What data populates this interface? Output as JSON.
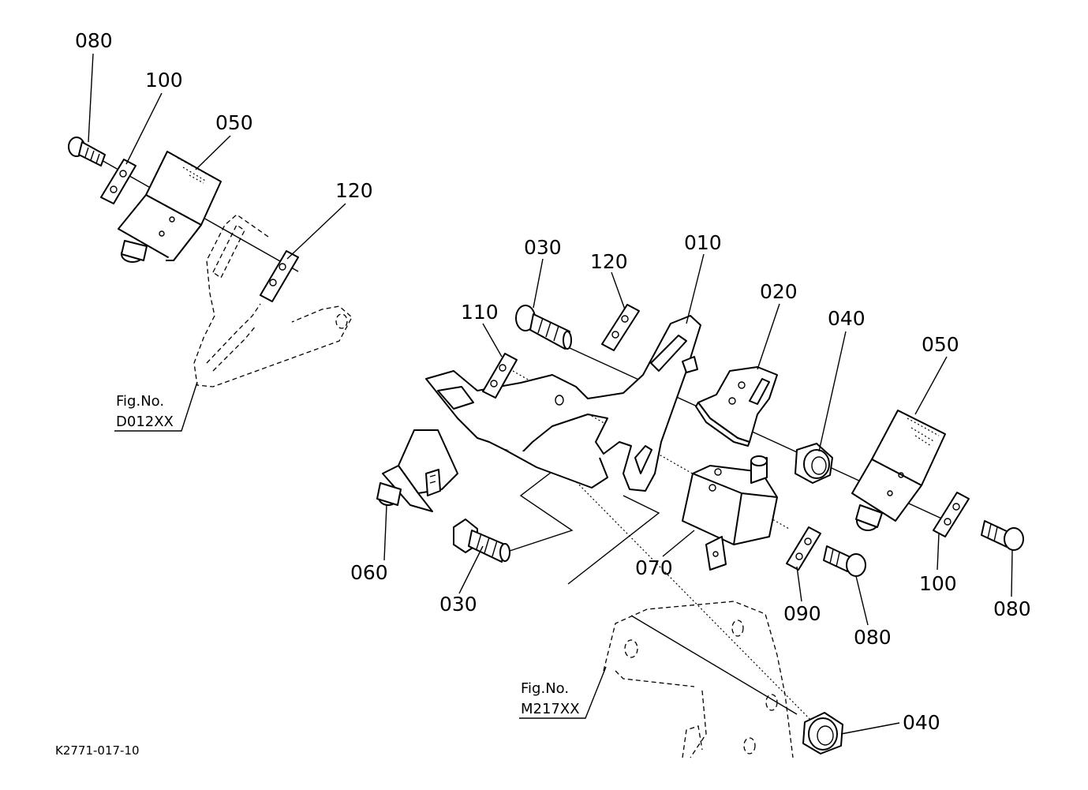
{
  "labels": {
    "p010": "010",
    "p020": "020",
    "p030a": "030",
    "p030b": "030",
    "p040a": "040",
    "p040b": "040",
    "p050a": "050",
    "p050b": "050",
    "p060": "060",
    "p070": "070",
    "p080a": "080",
    "p080b": "080",
    "p080c": "080",
    "p090": "090",
    "p100a": "100",
    "p100b": "100",
    "p110": "110",
    "p120a": "120",
    "p120b": "120"
  },
  "refs": {
    "left": {
      "line1": "Fig.No.",
      "line2": "D012XX"
    },
    "bottom": {
      "line1": "Fig.No.",
      "line2": "M217XX"
    }
  },
  "drawing_code": "K2771-017-10"
}
